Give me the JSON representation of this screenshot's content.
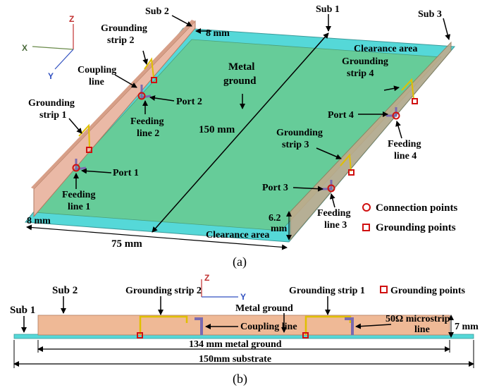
{
  "figure_a": {
    "caption": "(a)",
    "axes": {
      "z": "Z",
      "x": "X",
      "y": "Y"
    },
    "sub1": "Sub 1",
    "sub2": "Sub 2",
    "sub3": "Sub 3",
    "dim_top": "8 mm",
    "dim_bottom": "8 mm",
    "metal_ground": [
      "Metal",
      "ground"
    ],
    "clearance_top": "Clearance area",
    "clearance_bottom": "Clearance area",
    "length": "150 mm",
    "width": "75 mm",
    "height": [
      "6.2",
      "mm"
    ],
    "coupling_line": [
      "Coupling",
      "line"
    ],
    "grounding_strip_1": [
      "Grounding",
      "strip 1"
    ],
    "grounding_strip_2": [
      "Grounding",
      "strip 2"
    ],
    "grounding_strip_3": [
      "Grounding",
      "strip 3"
    ],
    "grounding_strip_4": [
      "Grounding",
      "strip 4"
    ],
    "port1": "Port 1",
    "port2": "Port 2",
    "port3": "Port 3",
    "port4": "Port 4",
    "feeding_line_1": [
      "Feeding",
      "line 1"
    ],
    "feeding_line_2": [
      "Feeding",
      "line 2"
    ],
    "feeding_line_3": [
      "Feeding",
      "line 3"
    ],
    "feeding_line_4": [
      "Feeding",
      "line 4"
    ],
    "legend_connection": "Connection points",
    "legend_grounding": "Grounding points"
  },
  "figure_b": {
    "caption": "(b)",
    "axes": {
      "z": "Z",
      "y": "Y"
    },
    "sub1": "Sub 1",
    "sub2": "Sub 2",
    "grounding_strip_2": "Grounding strip 2",
    "grounding_strip_1": "Grounding strip 1",
    "legend_grounding": "Grounding points",
    "metal_ground": "Metal ground",
    "coupling_line": "Coupling line",
    "microstrip": [
      "50Ω microstrip",
      "line"
    ],
    "height": "7 mm",
    "ground_len": "134 mm metal ground",
    "substrate_len": "150mm substrate"
  },
  "colors": {
    "ground": "#66cc99",
    "clearance": "#55d8d8",
    "substrate": "#e8b8a0",
    "strip": "#e0c000",
    "marker": "#d01010"
  }
}
